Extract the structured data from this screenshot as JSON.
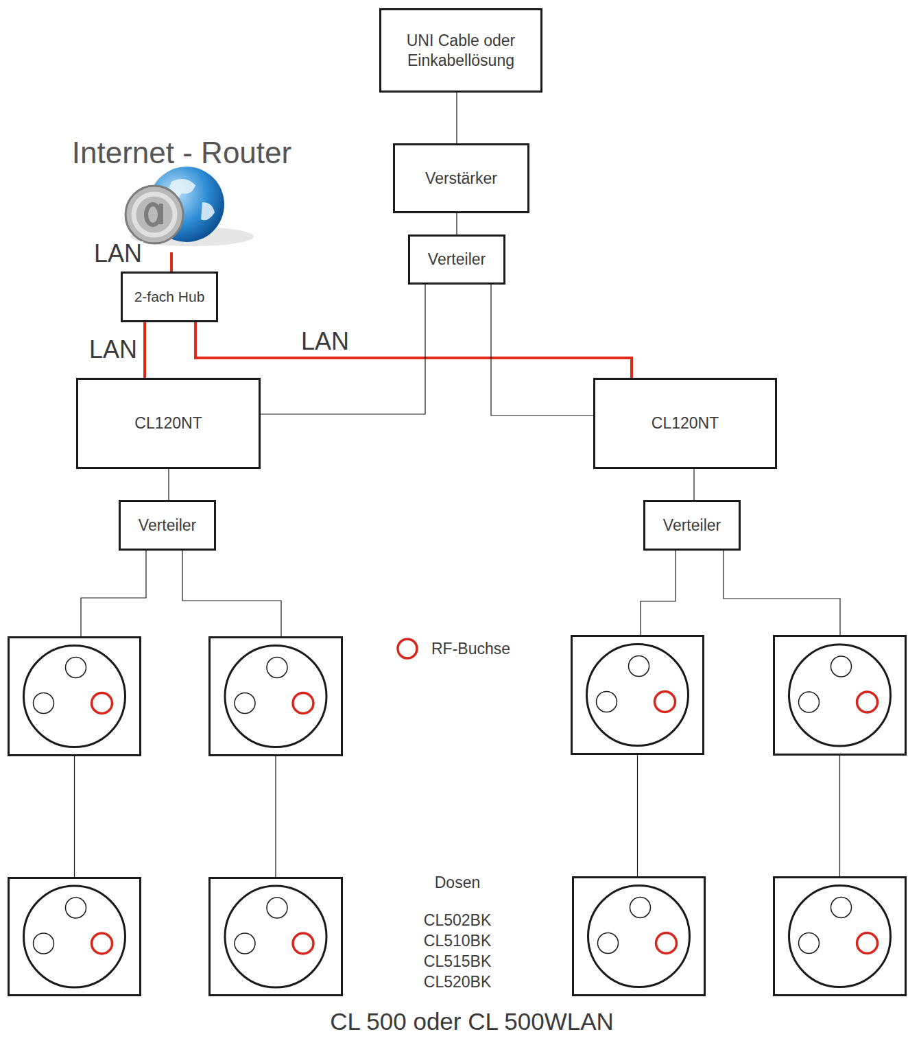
{
  "diagram": {
    "caption": "CL 500 oder CL 500WLAN",
    "nodes": [
      {
        "text": [
          "UNI Cable oder Einkabellösung"
        ]
      },
      {
        "text": [
          "Internet - Router"
        ]
      },
      {
        "text": [
          "Verstärker"
        ]
      },
      {
        "text": [
          "Verteiler"
        ]
      },
      {
        "text": [
          "2-fach Hub"
        ]
      },
      {
        "text": [
          "CL120NT"
        ]
      },
      {
        "text": [
          "CL120NT"
        ]
      },
      {
        "text": [
          "Verteiler"
        ]
      },
      {
        "text": [
          "Verteiler"
        ]
      },
      {
        "text": []
      },
      {
        "text": []
      },
      {
        "text": []
      },
      {
        "text": []
      },
      {
        "text": []
      },
      {
        "text": []
      },
      {
        "text": []
      },
      {
        "text": []
      }
    ],
    "edges": [
      {
        "from": 0,
        "to": 2,
        "arrow": "none"
      },
      {
        "from": 2,
        "to": 3,
        "arrow": "none"
      },
      {
        "from": 1,
        "to": 4,
        "label": "LAN",
        "arrow": "none"
      },
      {
        "from": 4,
        "to": 5,
        "label": "LAN",
        "arrow": "none"
      },
      {
        "from": 4,
        "to": 6,
        "label": "LAN",
        "arrow": "none"
      },
      {
        "from": 3,
        "to": 5,
        "arrow": "none"
      },
      {
        "from": 3,
        "to": 6,
        "arrow": "none"
      },
      {
        "from": 5,
        "to": 7,
        "arrow": "none"
      },
      {
        "from": 6,
        "to": 8,
        "arrow": "none"
      },
      {
        "from": 7,
        "to": 9,
        "arrow": "none"
      },
      {
        "from": 7,
        "to": 10,
        "arrow": "none"
      },
      {
        "from": 8,
        "to": 11,
        "arrow": "none"
      },
      {
        "from": 8,
        "to": 12,
        "arrow": "none"
      },
      {
        "from": 9,
        "to": 13,
        "arrow": "none"
      },
      {
        "from": 10,
        "to": 14,
        "arrow": "none"
      },
      {
        "from": 11,
        "to": 15,
        "arrow": "none"
      },
      {
        "from": 12,
        "to": 16,
        "arrow": "none"
      }
    ],
    "labels": [
      "Dosen",
      "CL502BK",
      "CL510BK",
      "CL515BK",
      "CL520BK"
    ],
    "legend": [
      {
        "text": "RF-Buchse"
      }
    ]
  }
}
